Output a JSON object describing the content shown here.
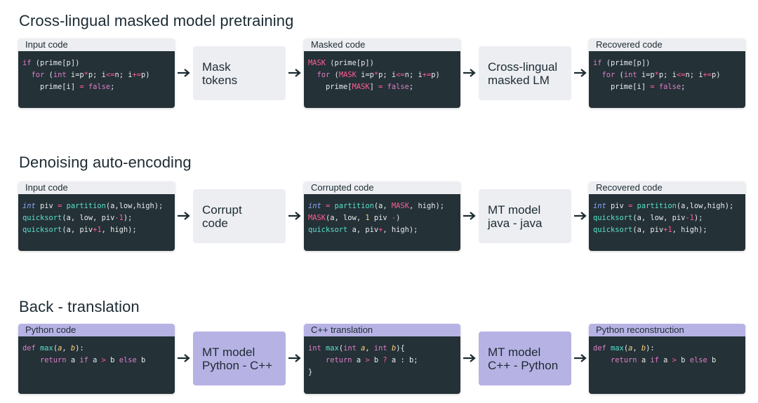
{
  "sections": [
    {
      "title": "Cross-lingual masked model pretraining",
      "input_label": "Input code",
      "process1": "Mask\ntokens",
      "mid_label": "Masked code",
      "process2": "Cross-lingual\nmasked LM",
      "output_label": "Recovered code"
    },
    {
      "title": "Denoising auto-encoding",
      "input_label": "Input code",
      "process1": "Corrupt\ncode",
      "mid_label": "Corrupted code",
      "process2": "MT model\njava - java",
      "output_label": "Recovered code"
    },
    {
      "title": "Back - translation",
      "input_label": "Python code",
      "process1": "MT model\nPython - C++",
      "mid_label": "C++ translation",
      "process2": "MT model\nC++ - Python",
      "output_label": "Python reconstruction"
    }
  ],
  "code": {
    "s1_input": [
      [
        [
          "if",
          "k"
        ],
        [
          " (prime[p])",
          ""
        ]
      ],
      [
        [
          "  ",
          ""
        ],
        [
          "for",
          "k"
        ],
        [
          " (",
          ""
        ],
        [
          "int",
          "k"
        ],
        [
          " i=p",
          ""
        ],
        [
          "*",
          "m"
        ],
        [
          "p; i",
          ""
        ],
        [
          "<=",
          "m"
        ],
        [
          "n; i",
          ""
        ],
        [
          "+=",
          "m"
        ],
        [
          "p)",
          ""
        ]
      ],
      [
        [
          "    prime[i] ",
          ""
        ],
        [
          "=",
          "m"
        ],
        [
          " ",
          ""
        ],
        [
          "false",
          "k"
        ],
        [
          ";",
          ""
        ]
      ]
    ],
    "s1_masked": [
      [
        [
          "MASK",
          "m"
        ],
        [
          " (prime[p])",
          ""
        ]
      ],
      [
        [
          "  ",
          ""
        ],
        [
          "for",
          "k"
        ],
        [
          " (",
          ""
        ],
        [
          "MASK",
          "m"
        ],
        [
          " i=p",
          ""
        ],
        [
          "*",
          "m"
        ],
        [
          "p; i",
          ""
        ],
        [
          "<=",
          "m"
        ],
        [
          "n; i",
          ""
        ],
        [
          "+=",
          "m"
        ],
        [
          "p)",
          ""
        ]
      ],
      [
        [
          "    prime[",
          ""
        ],
        [
          "MASK",
          "m"
        ],
        [
          "] ",
          ""
        ],
        [
          "=",
          "m"
        ],
        [
          " ",
          ""
        ],
        [
          "false",
          "k"
        ],
        [
          ";",
          ""
        ]
      ]
    ],
    "s1_output": [
      [
        [
          "if",
          "k"
        ],
        [
          " (prime[p])",
          ""
        ]
      ],
      [
        [
          "  ",
          ""
        ],
        [
          "for",
          "k"
        ],
        [
          " (",
          ""
        ],
        [
          "int",
          "k"
        ],
        [
          " i=p",
          ""
        ],
        [
          "*",
          "m"
        ],
        [
          "p; i",
          ""
        ],
        [
          "<=",
          "m"
        ],
        [
          "n; i",
          ""
        ],
        [
          "+=",
          "m"
        ],
        [
          "p)",
          ""
        ]
      ],
      [
        [
          "    prime[i] ",
          ""
        ],
        [
          "=",
          "m"
        ],
        [
          " ",
          ""
        ],
        [
          "false",
          "k"
        ],
        [
          ";",
          ""
        ]
      ]
    ],
    "s2_input": [
      [
        [
          "int",
          "ty"
        ],
        [
          " piv ",
          ""
        ],
        [
          "=",
          "m"
        ],
        [
          " ",
          ""
        ],
        [
          "partition",
          "fn"
        ],
        [
          "(a,low,high);",
          ""
        ]
      ],
      [
        [
          "quicksort",
          "fn"
        ],
        [
          "(a, low, piv",
          ""
        ],
        [
          "-1",
          "m"
        ],
        [
          ");",
          ""
        ]
      ],
      [
        [
          "quicksort",
          "fn"
        ],
        [
          "(a, piv",
          ""
        ],
        [
          "+1",
          "m"
        ],
        [
          ", high);",
          ""
        ]
      ]
    ],
    "s2_corrupted": [
      [
        [
          "int",
          "ty"
        ],
        [
          " ",
          ""
        ],
        [
          "=",
          "m"
        ],
        [
          " ",
          ""
        ],
        [
          "partition",
          "fn"
        ],
        [
          "(a, ",
          ""
        ],
        [
          "MASK",
          "m"
        ],
        [
          ", high);",
          ""
        ]
      ],
      [
        [
          "MASK",
          "m"
        ],
        [
          "(a, low, ",
          ""
        ],
        [
          "1",
          "n"
        ],
        [
          " piv ",
          ""
        ],
        [
          "-",
          "m"
        ],
        [
          ")",
          ""
        ]
      ],
      [
        [
          "quicksort",
          "fn"
        ],
        [
          " a, piv",
          ""
        ],
        [
          "+",
          "m"
        ],
        [
          ", high);",
          ""
        ]
      ]
    ],
    "s2_output": [
      [
        [
          "int",
          "ty"
        ],
        [
          " piv ",
          ""
        ],
        [
          "=",
          "m"
        ],
        [
          " ",
          ""
        ],
        [
          "partition",
          "fn"
        ],
        [
          "(a,low,high);",
          ""
        ]
      ],
      [
        [
          "quicksort",
          "fn"
        ],
        [
          "(a, low, piv",
          ""
        ],
        [
          "-1",
          "m"
        ],
        [
          ");",
          ""
        ]
      ],
      [
        [
          "quicksort",
          "fn"
        ],
        [
          "(a, piv",
          ""
        ],
        [
          "+1",
          "m"
        ],
        [
          ", high);",
          ""
        ]
      ]
    ],
    "s3_input": [
      [
        [
          "def",
          "k"
        ],
        [
          " ",
          ""
        ],
        [
          "max",
          "fn"
        ],
        [
          "(",
          ""
        ],
        [
          "a",
          "v"
        ],
        [
          ", ",
          ""
        ],
        [
          "b",
          "v"
        ],
        [
          "):",
          ""
        ]
      ],
      [
        [
          "    ",
          ""
        ],
        [
          "return",
          "k"
        ],
        [
          " a ",
          ""
        ],
        [
          "if",
          "k"
        ],
        [
          " a ",
          ""
        ],
        [
          ">",
          "m"
        ],
        [
          " b ",
          ""
        ],
        [
          "else",
          "k"
        ],
        [
          " b",
          ""
        ]
      ]
    ],
    "s3_cpp": [
      [
        [
          "int",
          "k"
        ],
        [
          " ",
          ""
        ],
        [
          "max",
          "fn"
        ],
        [
          "(",
          ""
        ],
        [
          "int",
          "k"
        ],
        [
          " ",
          ""
        ],
        [
          "a",
          "v"
        ],
        [
          ", ",
          ""
        ],
        [
          "int",
          "k"
        ],
        [
          " ",
          ""
        ],
        [
          "b",
          "v"
        ],
        [
          "){",
          ""
        ]
      ],
      [
        [
          "    ",
          ""
        ],
        [
          "return",
          "k"
        ],
        [
          " a ",
          ""
        ],
        [
          ">",
          "m"
        ],
        [
          " b ",
          ""
        ],
        [
          "?",
          "m"
        ],
        [
          " a : b;",
          ""
        ]
      ],
      [
        [
          "}",
          ""
        ]
      ]
    ],
    "s3_output": [
      [
        [
          "def",
          "k"
        ],
        [
          " ",
          ""
        ],
        [
          "max",
          "fn"
        ],
        [
          "(",
          ""
        ],
        [
          "a",
          "v"
        ],
        [
          ", ",
          ""
        ],
        [
          "b",
          "v"
        ],
        [
          "):",
          ""
        ]
      ],
      [
        [
          "    ",
          ""
        ],
        [
          "return",
          "k"
        ],
        [
          " a ",
          ""
        ],
        [
          "if",
          "k"
        ],
        [
          " a ",
          ""
        ],
        [
          ">",
          "m"
        ],
        [
          " b ",
          ""
        ],
        [
          "else",
          "k"
        ],
        [
          " b",
          ""
        ]
      ]
    ]
  },
  "colors": {
    "code_bg": "#243137",
    "header_gray": "#edeef1",
    "header_purple": "#b7b2e4",
    "keyword_pink": "#df7ec7",
    "mask_red": "#ff5c93",
    "function_teal": "#5be0cb",
    "type_blue": "#8fa6ff"
  },
  "icons": [
    "right-arrow-icon"
  ]
}
